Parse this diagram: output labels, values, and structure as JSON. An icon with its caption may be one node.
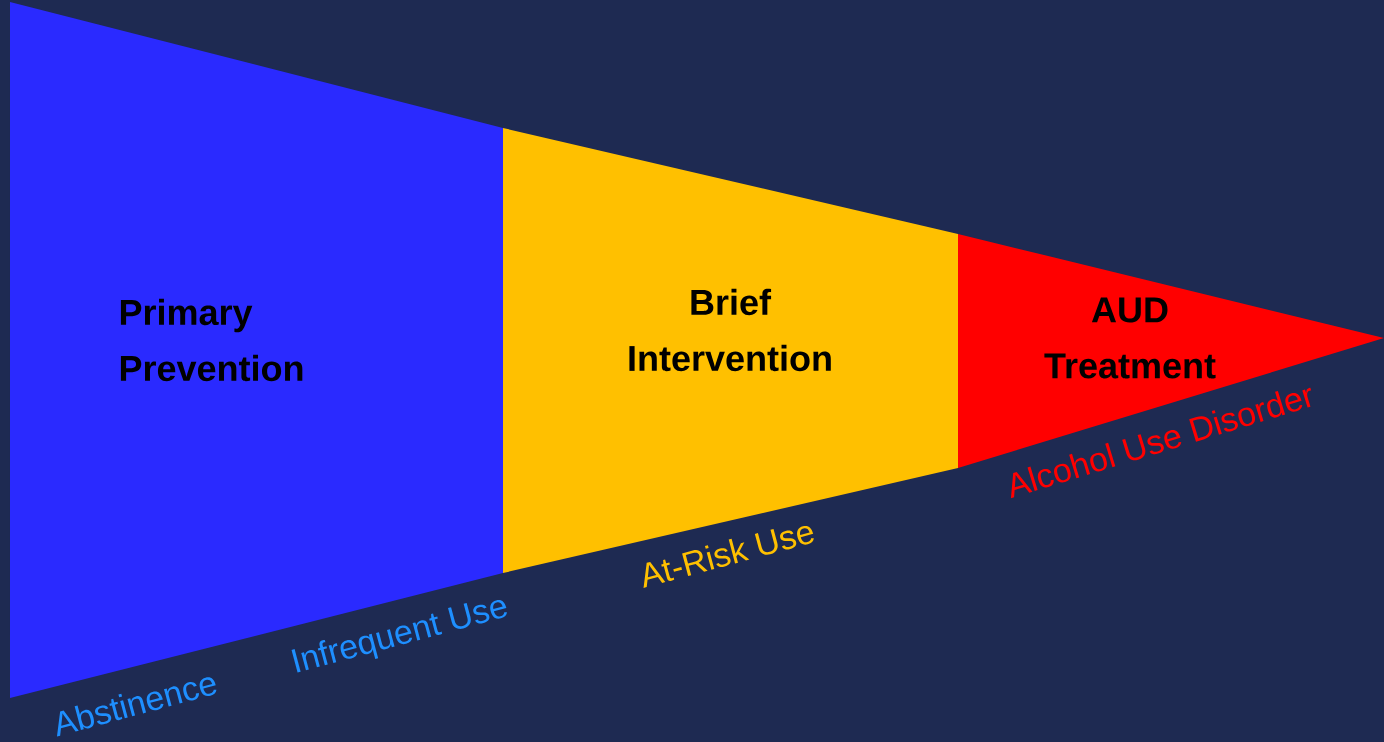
{
  "diagram": {
    "nodes": [
      {
        "text": [
          "Primary Prevention"
        ],
        "beside": [
          "Abstinence",
          "Infrequent Use"
        ]
      },
      {
        "text": [
          "Brief Intervention"
        ],
        "beside": [
          "At-Risk Use"
        ]
      },
      {
        "text": [
          "AUD Treatment"
        ],
        "beside": [
          "Alcohol Use Disorder"
        ]
      }
    ]
  }
}
